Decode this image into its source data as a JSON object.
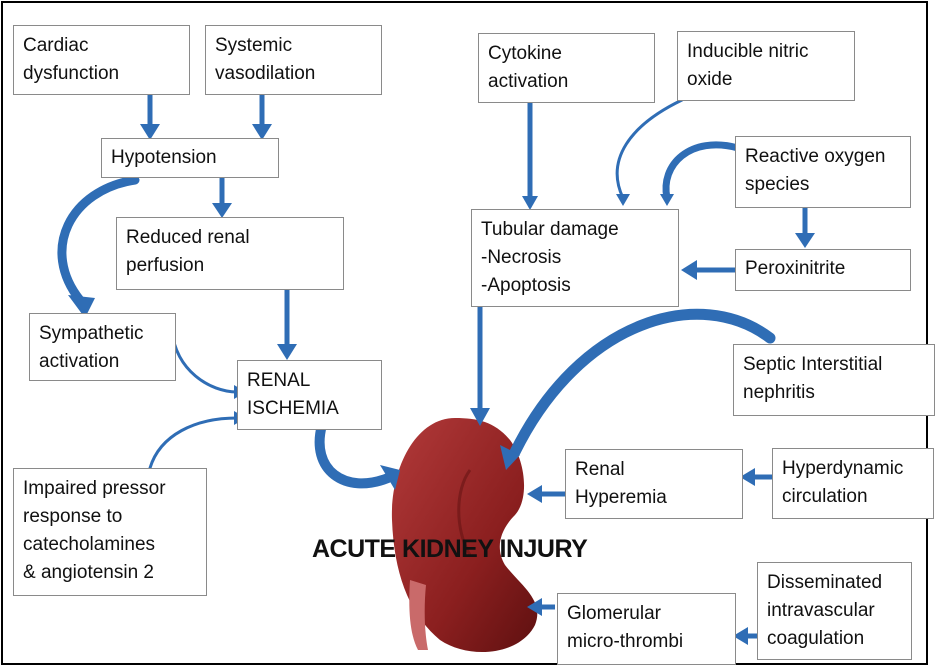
{
  "title": "ACUTE KIDNEY INJURY",
  "colors": {
    "arrow": "#2f6db5",
    "kidney": "#8b1f1f",
    "border": "#8a8a8a"
  },
  "nodes": {
    "cardiac": [
      "Cardiac",
      "dysfunction"
    ],
    "systemic": [
      "Systemic",
      "vasodilation"
    ],
    "hypotension": [
      "Hypotension"
    ],
    "reduced": [
      "Reduced renal",
      "perfusion"
    ],
    "sympathetic": [
      "Sympathetic",
      "activation"
    ],
    "renal_ischemia": [
      "RENAL",
      "ISCHEMIA"
    ],
    "impaired": [
      "Impaired pressor",
      "response to",
      "catecholamines",
      "& angiotensin 2"
    ],
    "cytokine": [
      "Cytokine",
      "activation"
    ],
    "inducible": [
      "Inducible nitric",
      "oxide"
    ],
    "reactive": [
      "Reactive oxygen",
      "species"
    ],
    "tubular": [
      "Tubular damage",
      "-Necrosis",
      "-Apoptosis"
    ],
    "peroxinitrite": [
      "Peroxinitrite"
    ],
    "septic": [
      "Septic Interstitial",
      "nephritis"
    ],
    "renal_hyperemia": [
      "Renal",
      "Hyperemia"
    ],
    "hyperdynamic": [
      "Hyperdynamic",
      "circulation"
    ],
    "glomerular": [
      "Glomerular",
      "micro-thrombi"
    ],
    "disseminated": [
      "Disseminated",
      "intravascular",
      "coagulation"
    ]
  }
}
